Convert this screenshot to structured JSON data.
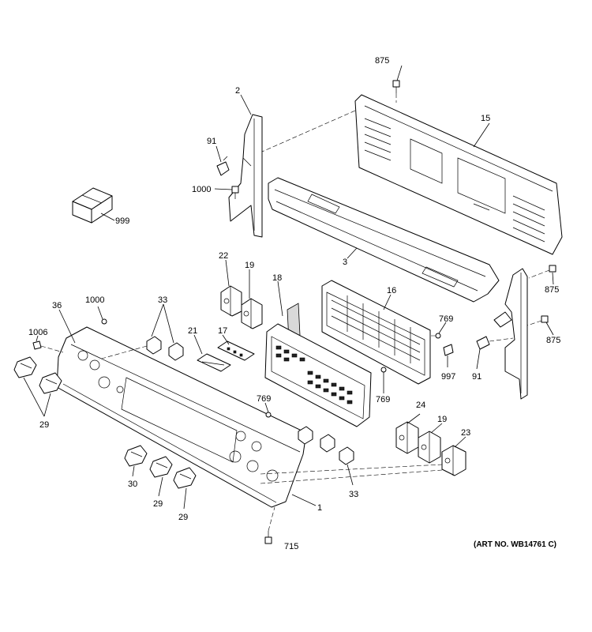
{
  "diagram": {
    "art_number": "(ART NO. WB14761 C)",
    "parts": {
      "p875a": "875",
      "p875b": "875",
      "p875c": "875",
      "p2": "2",
      "p15": "15",
      "p91a": "91",
      "p91b": "91",
      "p1000a": "1000",
      "p1000b": "1000",
      "p999": "999",
      "p3": "3",
      "p22": "22",
      "p19a": "19",
      "p19b": "19",
      "p18": "18",
      "p16": "16",
      "p36": "36",
      "p33a": "33",
      "p33b": "33",
      "p1006": "1006",
      "p21": "21",
      "p17": "17",
      "p769a": "769",
      "p769b": "769",
      "p769c": "769",
      "p997": "997",
      "p29a": "29",
      "p29b": "29",
      "p29c": "29",
      "p30": "30",
      "p24": "24",
      "p23": "23",
      "p1": "1",
      "p715": "715"
    }
  }
}
